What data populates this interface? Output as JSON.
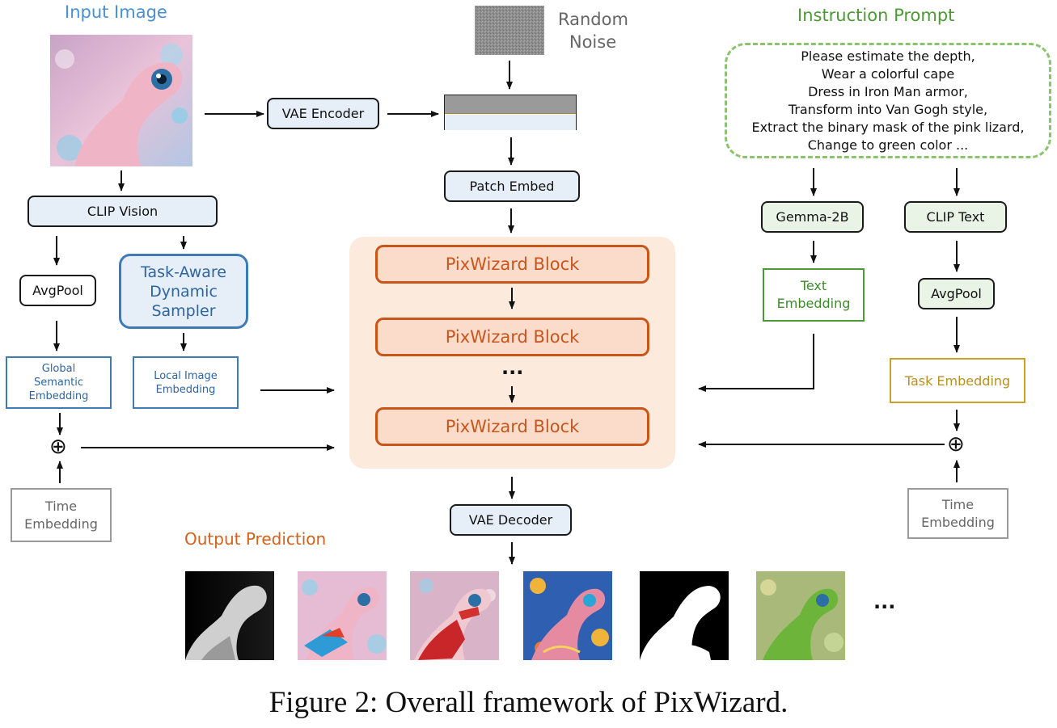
{
  "titles": {
    "input_image": "Input Image",
    "random_noise_line1": "Random",
    "random_noise_line2": "Noise",
    "instruction_prompt": "Instruction Prompt",
    "output_prediction": "Output Prediction"
  },
  "prompt_lines": [
    "Please estimate the depth,",
    "Wear a colorful cape",
    "Dress in Iron Man armor,",
    "Transform into Van Gogh style,",
    "Extract the binary mask of the pink lizard,",
    "Change to green color ..."
  ],
  "modules": {
    "vae_encoder": "VAE Encoder",
    "patch_embed": "Patch Embed",
    "clip_vision": "CLIP Vision",
    "avgpool_left": "AvgPool",
    "sampler_line1": "Task-Aware",
    "sampler_line2": "Dynamic",
    "sampler_line3": "Sampler",
    "global_line1": "Global",
    "global_line2": "Semantic",
    "global_line3": "Embedding",
    "local_line1": "Local Image",
    "local_line2": "Embedding",
    "time_left_line1": "Time",
    "time_left_line2": "Embedding",
    "block1": "PixWizard Block",
    "block2": "PixWizard Block",
    "block_ellipsis": "...",
    "block3": "PixWizard Block",
    "vae_decoder": "VAE Decoder",
    "gemma": "Gemma-2B",
    "clip_text": "CLIP Text",
    "text_emb_line1": "Text",
    "text_emb_line2": "Embedding",
    "avgpool_right": "AvgPool",
    "task_embedding": "Task Embedding",
    "time_right_line1": "Time",
    "time_right_line2": "Embedding",
    "oplus": "⊕"
  },
  "outputs_ellipsis": "...",
  "caption": "Figure 2: Overall framework of PixWizard.",
  "colors": {
    "blue_accent": "#4a8fcf",
    "green_accent": "#4c9a35",
    "orange_accent": "#c8561c",
    "gold_accent": "#c9a227",
    "block_fill": "#fbdcca",
    "block_bg": "#fcebdd"
  }
}
